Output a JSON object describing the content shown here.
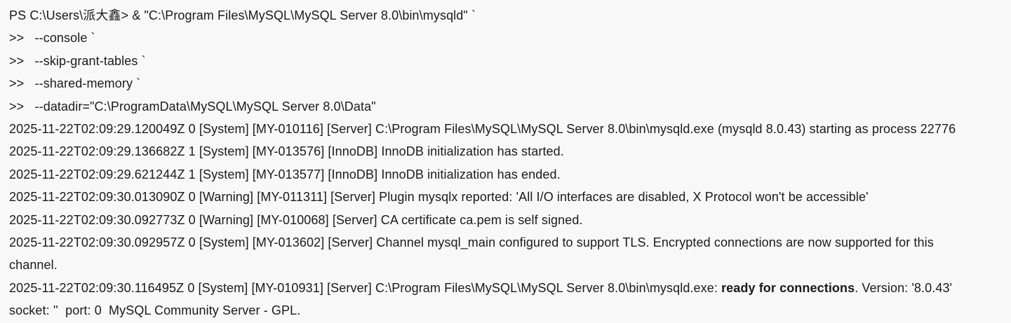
{
  "window": {
    "background_color": "#f8f8f8",
    "text_color": "#1b1b1b",
    "app": "PowerShell console running mysqld"
  },
  "prompt": {
    "shell_prefix": "PS",
    "cwd": "C:\\Users\\派大鑫",
    "continuation_marker": ">>"
  },
  "terminal": {
    "lines": [
      {
        "name": "prompt-command-line",
        "parts": [
          {
            "t": "PS C:\\Users\\派大鑫> & \"C:\\Program Files\\MySQL\\MySQL Server 8.0\\bin\\mysqld\" `"
          }
        ]
      },
      {
        "name": "continuation-line-console",
        "parts": [
          {
            "t": ">>   --console `"
          }
        ]
      },
      {
        "name": "continuation-line-skip-grant-tables",
        "parts": [
          {
            "t": ">>   --skip-grant-tables `"
          }
        ]
      },
      {
        "name": "continuation-line-shared-memory",
        "parts": [
          {
            "t": ">>   --shared-memory `"
          }
        ]
      },
      {
        "name": "continuation-line-datadir",
        "parts": [
          {
            "t": ">>   --datadir=\"C:\\ProgramData\\MySQL\\MySQL Server 8.0\\Data\""
          }
        ]
      },
      {
        "name": "log-line-starting-process",
        "parts": [
          {
            "t": "2025-11-22T02:09:29.120049Z 0 [System] [MY-010116] [Server] C:\\Program Files\\MySQL\\MySQL Server 8.0\\bin\\mysqld.exe (mysqld 8.0.43) starting as process 22776"
          }
        ]
      },
      {
        "name": "log-line-innodb-init-started",
        "parts": [
          {
            "t": "2025-11-22T02:09:29.136682Z 1 [System] [MY-013576] [InnoDB] InnoDB initialization has started."
          }
        ]
      },
      {
        "name": "log-line-innodb-init-ended",
        "parts": [
          {
            "t": "2025-11-22T02:09:29.621244Z 1 [System] [MY-013577] [InnoDB] InnoDB initialization has ended."
          }
        ]
      },
      {
        "name": "log-line-warning-mysqlx",
        "parts": [
          {
            "t": "2025-11-22T02:09:30.013090Z 0 [Warning] [MY-011311] [Server] Plugin mysqlx reported: 'All I/O interfaces are disabled, X Protocol won't be accessible'"
          }
        ]
      },
      {
        "name": "log-line-warning-ca-certificate",
        "parts": [
          {
            "t": "2025-11-22T02:09:30.092773Z 0 [Warning] [MY-010068] [Server] CA certificate ca.pem is self signed."
          }
        ]
      },
      {
        "name": "log-line-tls-channel",
        "parts": [
          {
            "t": "2025-11-22T02:09:30.092957Z 0 [System] [MY-013602] [Server] Channel mysql_main configured to support TLS. Encrypted connections are now supported for this"
          }
        ]
      },
      {
        "name": "log-line-tls-channel-wrap",
        "parts": [
          {
            "t": "channel."
          }
        ]
      },
      {
        "name": "log-line-ready-for-connections",
        "parts": [
          {
            "t": "2025-11-22T02:09:30.116495Z 0 [System] [MY-010931] [Server] C:\\Program Files\\MySQL\\MySQL Server 8.0\\bin\\mysqld.exe: "
          },
          {
            "t": "ready for connections",
            "bold": true
          },
          {
            "t": ". Version: '8.0.43'"
          }
        ]
      },
      {
        "name": "log-line-ready-for-connections-wrap",
        "parts": [
          {
            "t": "socket: ''  port: 0  MySQL Community Server - GPL."
          }
        ]
      }
    ]
  }
}
